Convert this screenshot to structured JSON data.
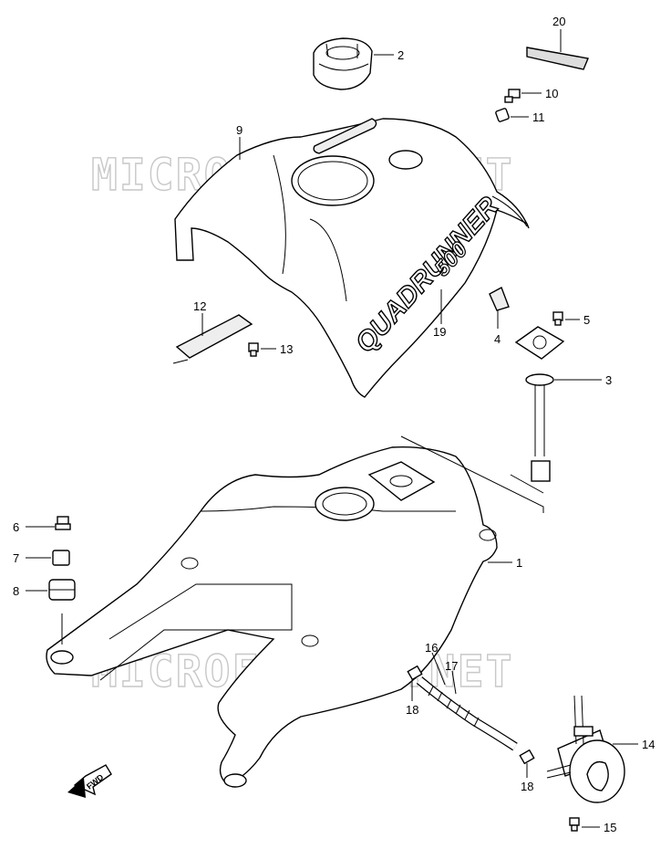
{
  "watermark": "MICROFICHES.NET",
  "fwd_label": "FWD",
  "cover_brand_text": "QUADRUNNER",
  "cover_model_text": "500",
  "callouts": {
    "p1": "1",
    "p2": "2",
    "p3": "3",
    "p4": "4",
    "p5": "5",
    "p6": "6",
    "p7": "7",
    "p8": "8",
    "p9": "9",
    "p10": "10",
    "p11": "11",
    "p12": "12",
    "p13": "13",
    "p14": "14",
    "p15": "15",
    "p16": "16",
    "p17": "17",
    "p18a": "18",
    "p18b": "18",
    "p19": "19",
    "p20": "20"
  }
}
